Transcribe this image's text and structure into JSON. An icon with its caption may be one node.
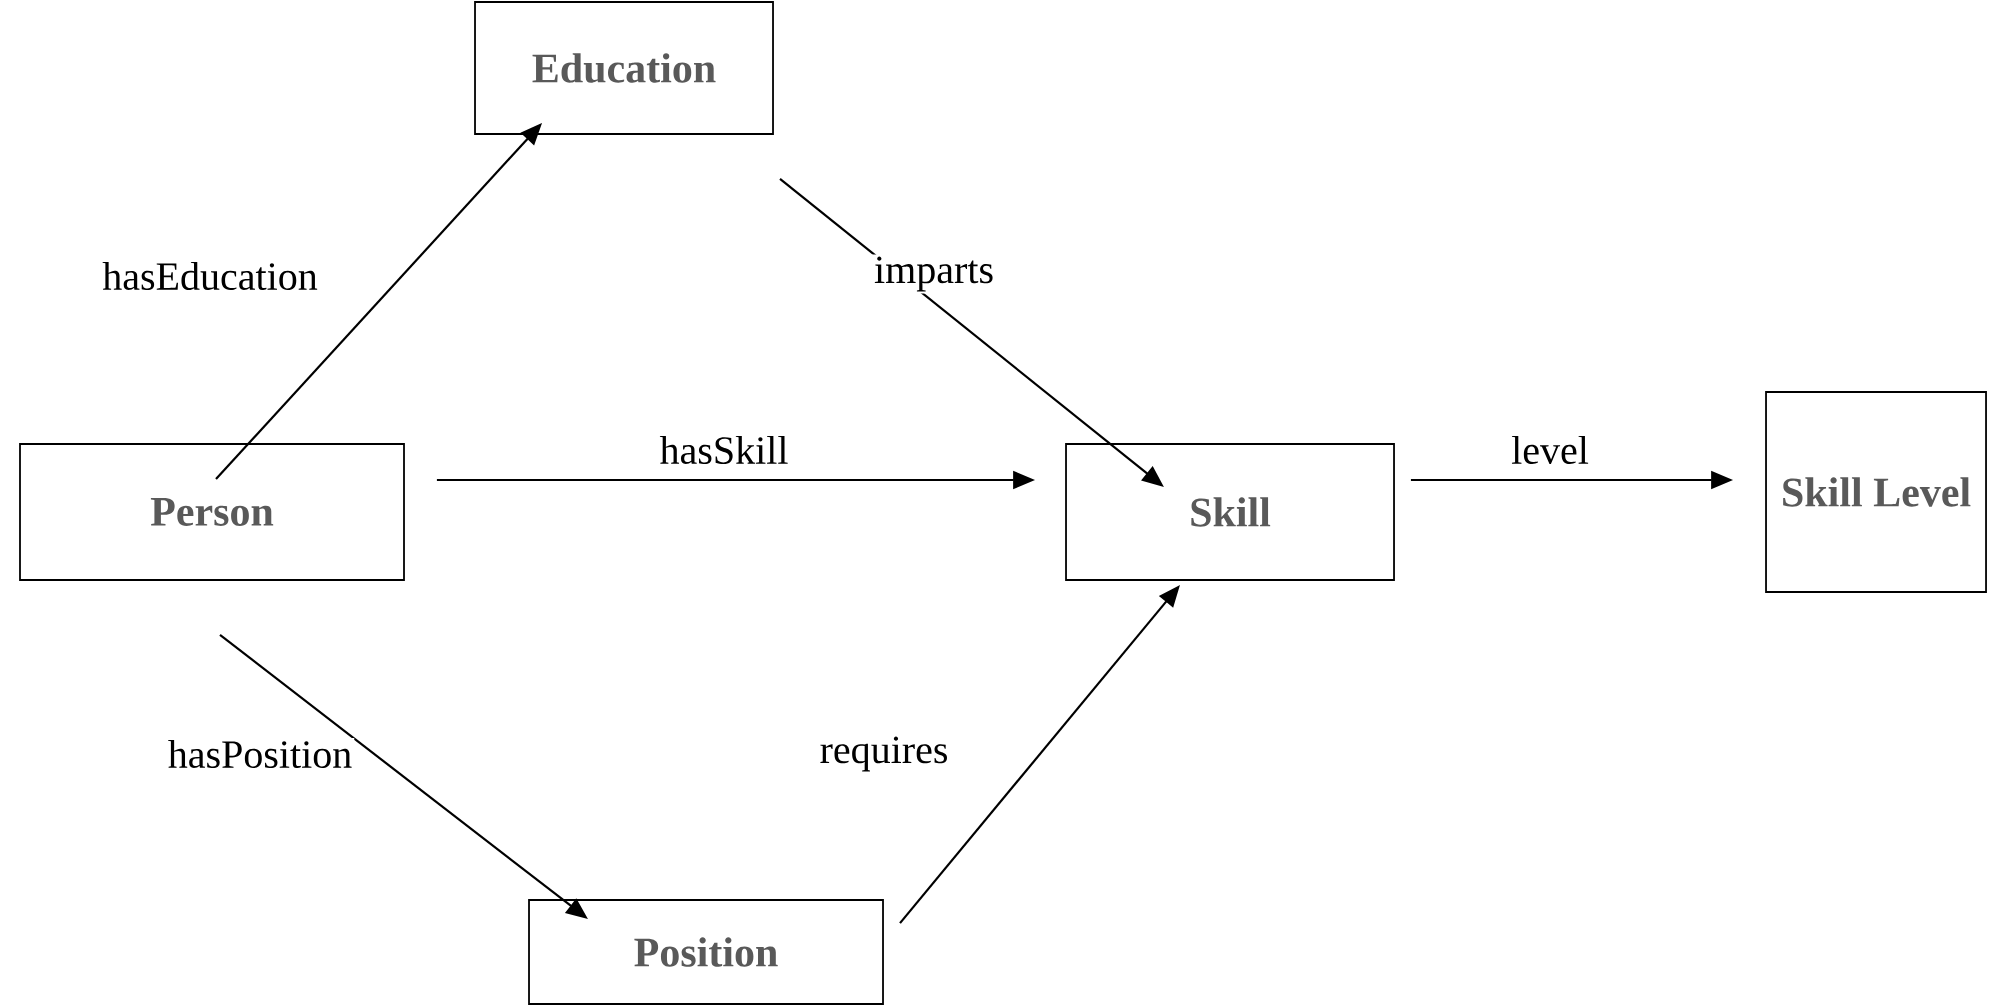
{
  "diagram": {
    "nodes": [
      {
        "text": [
          "Education"
        ]
      },
      {
        "text": [
          "Person"
        ]
      },
      {
        "text": [
          "Skill"
        ]
      },
      {
        "text": [
          "Skill Level"
        ]
      },
      {
        "text": [
          "Position"
        ]
      }
    ],
    "edges": [
      {
        "from": 1,
        "to": 0,
        "arrow": "to",
        "label": "hasEducation"
      },
      {
        "from": 0,
        "to": 2,
        "arrow": "to",
        "label": "imparts"
      },
      {
        "from": 1,
        "to": 2,
        "arrow": "to",
        "label": "hasSkill"
      },
      {
        "from": 1,
        "to": 4,
        "arrow": "to",
        "label": "hasPosition"
      },
      {
        "from": 4,
        "to": 2,
        "arrow": "to",
        "label": "requires"
      },
      {
        "from": 2,
        "to": 3,
        "arrow": "to",
        "label": "level"
      }
    ]
  }
}
